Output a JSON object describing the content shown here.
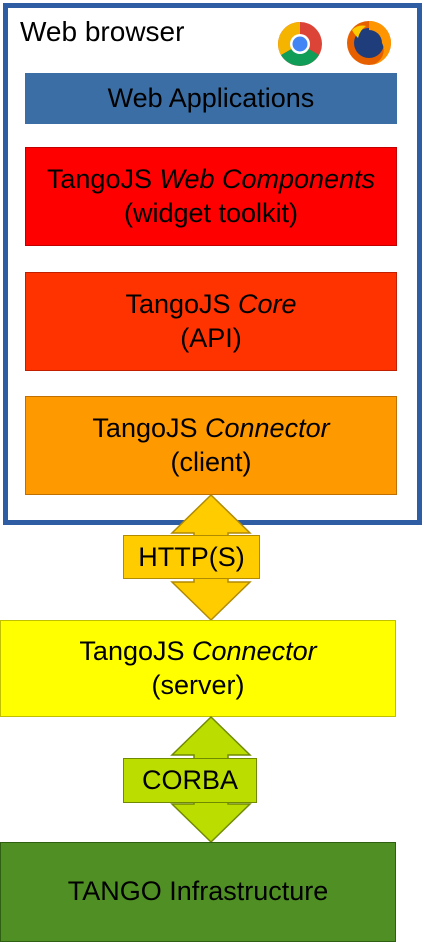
{
  "browser": {
    "title": "Web browser",
    "icons": [
      "chrome-icon",
      "firefox-icon"
    ]
  },
  "layers": {
    "web_apps": {
      "label": "Web Applications"
    },
    "web_components": {
      "prefix": "TangoJS ",
      "emphasis": "Web Components",
      "sub": "(widget toolkit)"
    },
    "core": {
      "prefix": "TangoJS ",
      "emphasis": "Core",
      "sub": "(API)"
    },
    "connector_client": {
      "prefix": "TangoJS ",
      "emphasis": "Connector",
      "sub": "(client)"
    },
    "connector_server": {
      "prefix": "TangoJS ",
      "emphasis": "Connector",
      "sub": "(server)"
    },
    "tango": {
      "label": "TANGO Infrastructure"
    }
  },
  "links": {
    "http": {
      "label": "HTTP(S)"
    },
    "corba": {
      "label": "CORBA"
    }
  },
  "colors": {
    "frame": "#2f5da3",
    "web_apps": "#3a6ea5",
    "web_components": "#ff0000",
    "core": "#ff3300",
    "connector_client": "#ff9900",
    "connector_server": "#ffff00",
    "tango": "#4f8f23",
    "http_arrow": "#ffcc00",
    "corba_arrow": "#bbdd00"
  }
}
